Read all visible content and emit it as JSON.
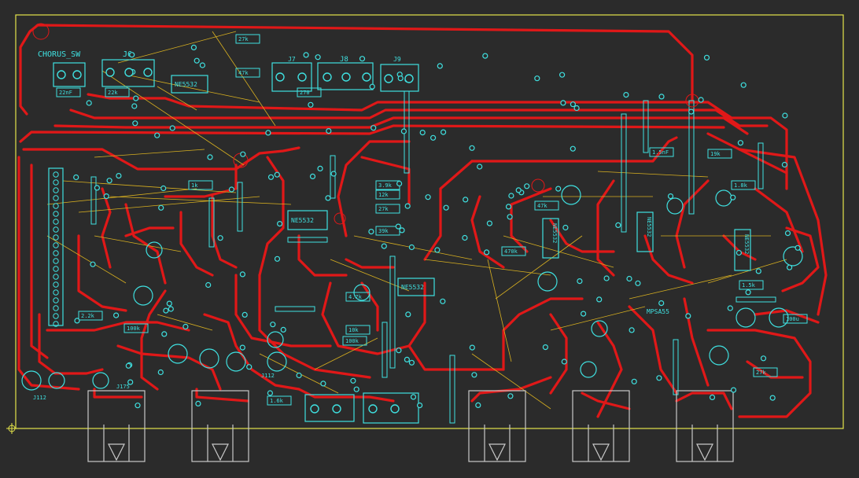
{
  "colors": {
    "background": "#2b2b2b",
    "board_outline": "#e5e54a",
    "trace": "#e01818",
    "silkscreen": "#3fe0e0",
    "ratsnest": "#d8b020",
    "jack": "#c8c8c8"
  },
  "header_labels": {
    "chorus_sw": "CHORUS_SW",
    "j6": "J6",
    "j7": "J7",
    "j8": "J8",
    "j9": "J9"
  },
  "ic_labels": [
    "NE5532",
    "NE5532",
    "NE5532",
    "NE5532",
    "NE5532",
    "NE5532"
  ],
  "parts": [
    {
      "text": "22nF"
    },
    {
      "text": "22k"
    },
    {
      "text": "47k"
    },
    {
      "text": "27k"
    },
    {
      "text": "1k"
    },
    {
      "text": "3.9k"
    },
    {
      "text": "12k"
    },
    {
      "text": "27k"
    },
    {
      "text": "39k"
    },
    {
      "text": "100k"
    },
    {
      "text": "470k"
    },
    {
      "text": "1.5k"
    },
    {
      "text": "2.2k"
    },
    {
      "text": "4.7k"
    },
    {
      "text": "1.8k"
    },
    {
      "text": "19k"
    },
    {
      "text": "47k"
    },
    {
      "text": "100k"
    },
    {
      "text": "1.6k"
    },
    {
      "text": "10k"
    },
    {
      "text": "1.5nF"
    },
    {
      "text": "270"
    },
    {
      "text": "27k"
    },
    {
      "text": "100u"
    }
  ],
  "misc_labels": {
    "mpsa55": "MPSA55",
    "j112_a": "J112",
    "j112_b": "J112",
    "j175": "J175"
  }
}
